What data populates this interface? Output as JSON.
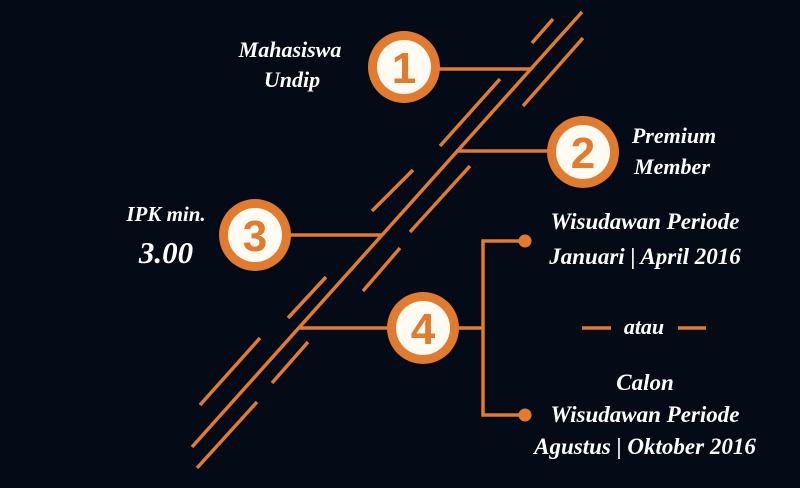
{
  "colors": {
    "background": "#050a17",
    "accent": "#e07b30",
    "text": "#ffffff",
    "circle_fill": "#fffaf2"
  },
  "steps": [
    {
      "number": "1",
      "lines": [
        "Mahasiswa",
        "Undip"
      ]
    },
    {
      "number": "2",
      "lines": [
        "Premium",
        "Member"
      ]
    },
    {
      "number": "3",
      "lines": [
        "IPK min.",
        "3.00"
      ]
    },
    {
      "number": "4",
      "options": [
        {
          "lines": [
            "Wisudawan Periode",
            "Januari | April 2016"
          ]
        },
        {
          "lines": [
            "Calon",
            "Wisudawan Periode",
            "Agustus | Oktober 2016"
          ]
        }
      ],
      "separator": "atau"
    }
  ]
}
